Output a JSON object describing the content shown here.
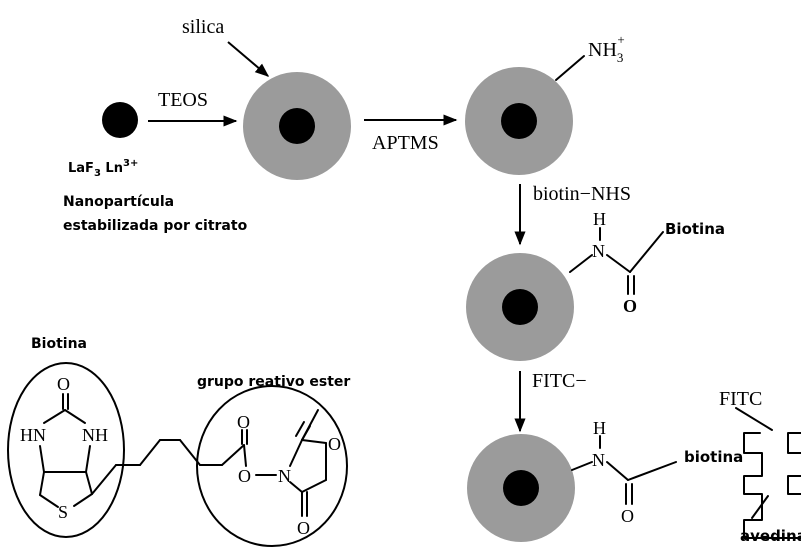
{
  "colors": {
    "shell": "#9b9b9b",
    "core": "#000000",
    "line": "#000000"
  },
  "labels": {
    "silica": "silica",
    "teos": "TEOS",
    "aptms": "APTMS",
    "nh3": "NH",
    "nh3_sub": "3",
    "nh3_sup": "+",
    "biotin_nhs": "biotin−NHS",
    "fitc_step": "FITC−",
    "fitc": "FITC",
    "lanthanide_main": "LaF",
    "lanthanide_sub": "3",
    "lanthanide_rest": " Ln",
    "lanthanide_sup": "3+",
    "nano_line1": "Nanopartícula",
    "nano_line2": "estabilizada por citrato",
    "biotina_label": "Biotina",
    "biotina_right": "Biotina",
    "biotina_lower": "biotina",
    "grupo_reativo": "grupo reativo ester",
    "avedina": "avedina",
    "atom_h": "H",
    "atom_n": "N",
    "atom_o": "O",
    "atom_hn": "HN",
    "atom_nh": "NH",
    "atom_s": "S"
  }
}
